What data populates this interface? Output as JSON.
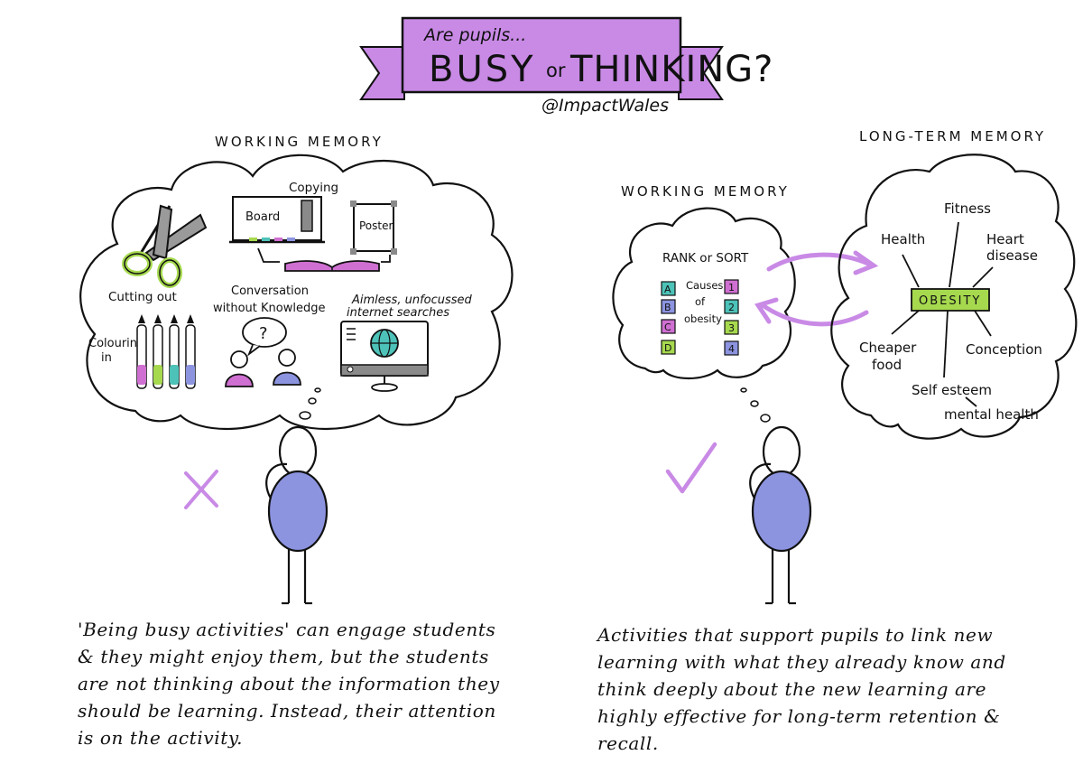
{
  "banner": {
    "line1": "Are pupils...",
    "word_busy": "BUSY",
    "word_or": "or",
    "word_thinking": "THINKING?",
    "handle": "@ImpactWales"
  },
  "left": {
    "heading": "WORKING MEMORY",
    "activities": {
      "copying": "Copying",
      "board": "Board",
      "poster": "Poster",
      "cutting_line1": "Cutting out",
      "conversation_line1": "Conversation",
      "conversation_line2": "without Knowledge",
      "question_mark": "?",
      "aimless_line1": "Aimless, unfocussed",
      "aimless_line2": "internet searches",
      "colouring_line1": "Colouring",
      "colouring_line2": "in"
    },
    "caption": "'Being busy activities' can engage students & they might enjoy them, but the students are not thinking about the information they should be learning. Instead, their attention is on the activity."
  },
  "right": {
    "wm_heading": "WORKING MEMORY",
    "ltm_heading": "LONG-TERM MEMORY",
    "rank_title": "RANK or SORT",
    "letters": [
      "A",
      "B",
      "C",
      "D"
    ],
    "numbers": [
      "1",
      "2",
      "3",
      "4"
    ],
    "causes_line1": "Causes",
    "causes_line2": "of",
    "causes_line3": "obesity",
    "center": "OBESITY",
    "nodes": {
      "fitness": "Fitness",
      "health": "Health",
      "heart_line1": "Heart",
      "heart_line2": "disease",
      "cheaper_line1": "Cheaper",
      "cheaper_line2": "food",
      "conception": "Conception",
      "self_esteem": "Self esteem",
      "mental_health": "mental health"
    },
    "caption": "Activities that support pupils to link new learning with what they already know and think deeply about the new learning are highly effective for long-term retention & recall."
  },
  "colors": {
    "purple": "#c98ae6",
    "blue_figure": "#8c94e0",
    "green": "#a6d94e",
    "teal": "#4dc2b8",
    "magenta": "#cf6fd1",
    "grey": "#8a8a8a"
  }
}
